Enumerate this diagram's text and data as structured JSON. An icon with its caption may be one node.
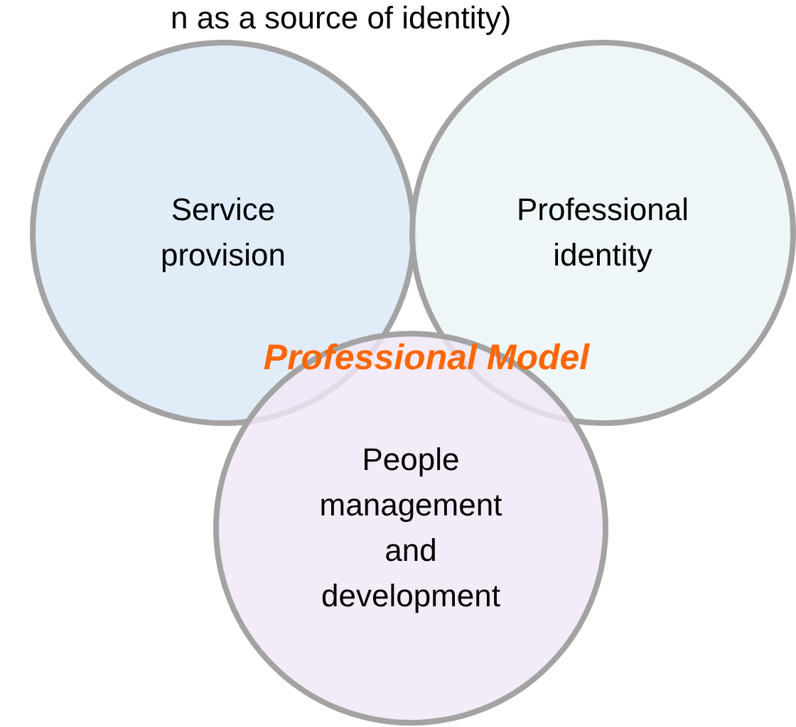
{
  "diagram": {
    "nodes": [
      {
        "text": [
          "Service provision"
        ]
      },
      {
        "text": [
          "Professional identity"
        ]
      },
      {
        "text": [
          "People management and development"
        ]
      }
    ],
    "labels": [
      "n as a source of identity)",
      "Professional Model"
    ]
  }
}
